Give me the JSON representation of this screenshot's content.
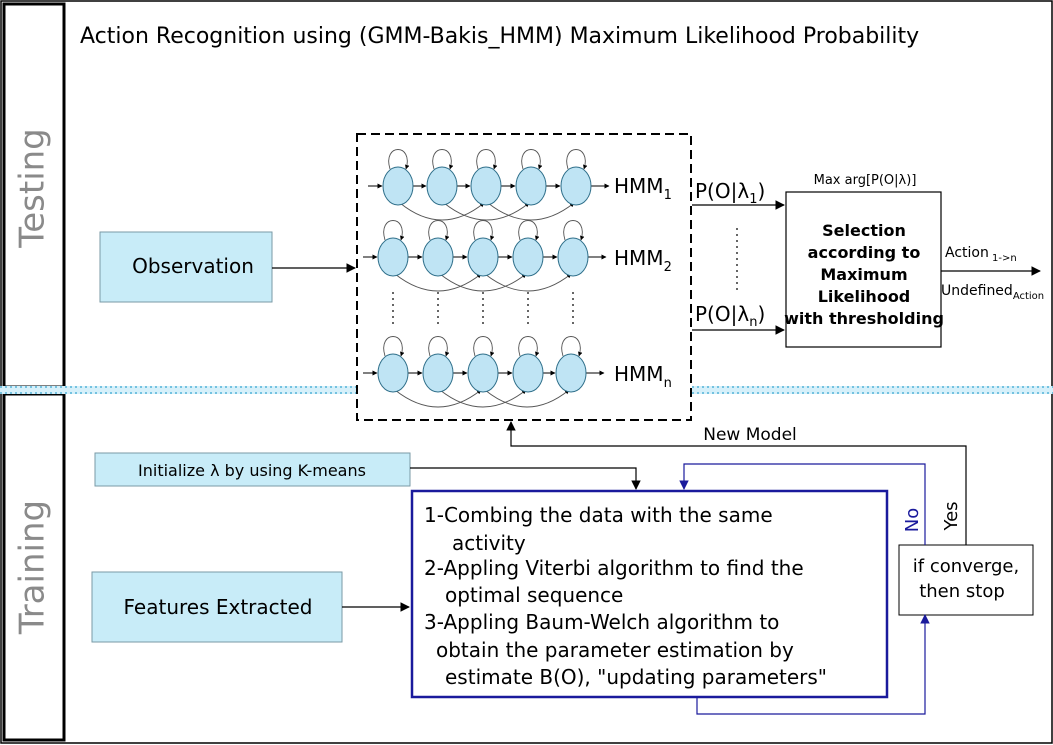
{
  "title": "Action Recognition using (GMM-Bakis_HMM) Maximum Likelihood Probability",
  "sections": {
    "testing": "Testing",
    "training": "Training"
  },
  "boxes": {
    "observation": "Observation",
    "features": "Features Extracted",
    "init": "Initialize λ by using K-means",
    "selection_lines": [
      "Selection",
      "according to",
      "Maximum",
      "Likelihood",
      "with thresholding"
    ],
    "converge_lines": [
      "if converge,",
      "then stop"
    ],
    "steps_lines": [
      "1-Combing the data with the same",
      "activity",
      "2-Appling Viterbi algorithm to find  the",
      "optimal sequence",
      "3-Appling Baum-Welch algorithm to",
      "obtain the parameter estimation by",
      "estimate B(O), \"updating parameters\""
    ]
  },
  "hmm_labels": [
    {
      "base": "HMM",
      "sub": "1"
    },
    {
      "base": "HMM",
      "sub": "2"
    },
    {
      "base": "HMM",
      "sub": "n"
    }
  ],
  "prob_labels": [
    {
      "prefix": "P(O|",
      "symbol": "λ",
      "sub": "1",
      "suffix": ")"
    },
    {
      "prefix": "P(O|",
      "symbol": "λ",
      "sub": "n",
      "suffix": ")"
    }
  ],
  "max_arg": "Max arg[P(O|λ)]",
  "action_label": {
    "base": "Action",
    "sub": " 1->n"
  },
  "undefined_label": {
    "base": "Undefined",
    "sub": "Action"
  },
  "new_model": "New Model",
  "no_label": "No",
  "yes_label": "Yes",
  "colors": {
    "state_fill": "#bfe4f4",
    "box_fill": "#c8ecf8",
    "blue_line": "#1a1a9c",
    "divider": "#7fcbe6"
  }
}
